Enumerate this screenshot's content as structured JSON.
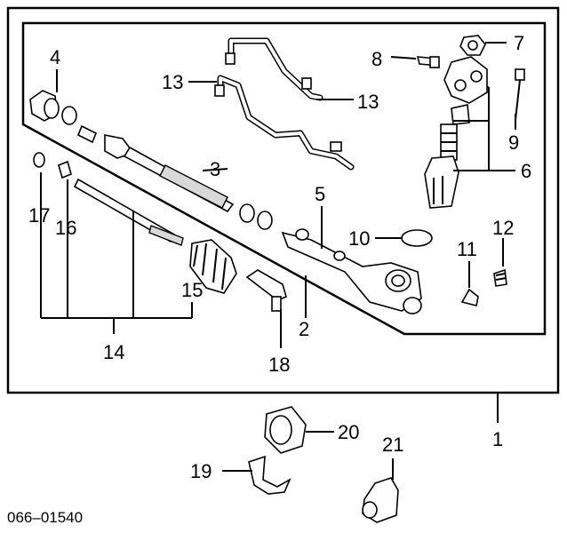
{
  "diagram": {
    "code": "066–01540",
    "callouts": {
      "c1": "1",
      "c2": "2",
      "c3": "3",
      "c4": "4",
      "c5": "5",
      "c6": "6",
      "c7": "7",
      "c8": "8",
      "c9": "9",
      "c10": "10",
      "c11": "11",
      "c12": "12",
      "c13a": "13",
      "c13b": "13",
      "c14": "14",
      "c15": "15",
      "c16": "16",
      "c17": "17",
      "c18": "18",
      "c19": "19",
      "c20": "20",
      "c21": "21"
    }
  }
}
